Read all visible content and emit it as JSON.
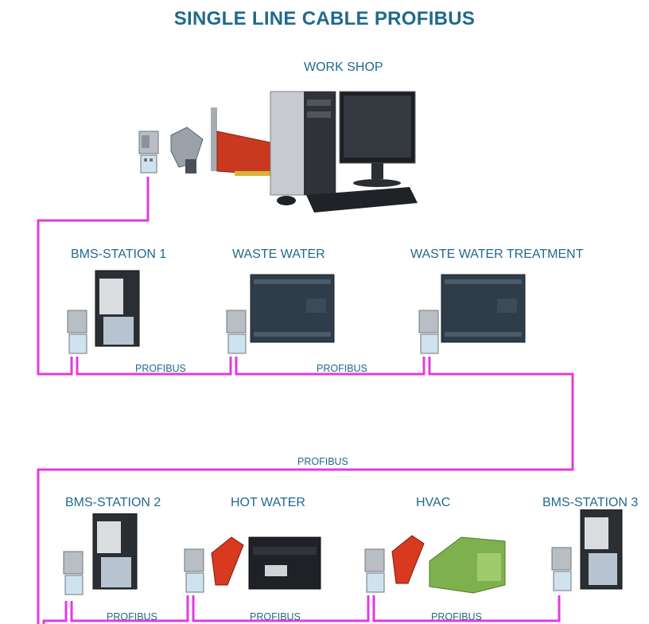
{
  "title": "SINGLE LINE CABLE  PROFIBUS",
  "workshop": {
    "label": "WORK SHOP"
  },
  "stations": {
    "bms1": "BMS-STATION 1",
    "waste_water": "WASTE WATER",
    "waste_water_treatment": "WASTE WATER TREATMENT",
    "bms2": "BMS-STATION 2",
    "hot_water": "HOT WATER",
    "hvac": "HVAC",
    "bms3": "BMS-STATION 3"
  },
  "bus_labels": {
    "row1_left": "PROFIBUS",
    "row1_right": "PROFIBUS",
    "riser": "PROFIBUS",
    "row2_a": "PROFIBUS",
    "row2_b": "PROFIBUS",
    "row2_c": "PROFIBUS"
  },
  "colors": {
    "cable": "#e23be0",
    "label_text": "#1f6a8c",
    "plc_body": "#2f3d4a",
    "connector_red": "#d8391f",
    "module_green": "#7fb04e"
  },
  "icons": {
    "computer": "desktop-computer-icon",
    "connector": "profibus-connector-icon",
    "plc": "plc-icon",
    "io_module": "io-module-icon"
  }
}
